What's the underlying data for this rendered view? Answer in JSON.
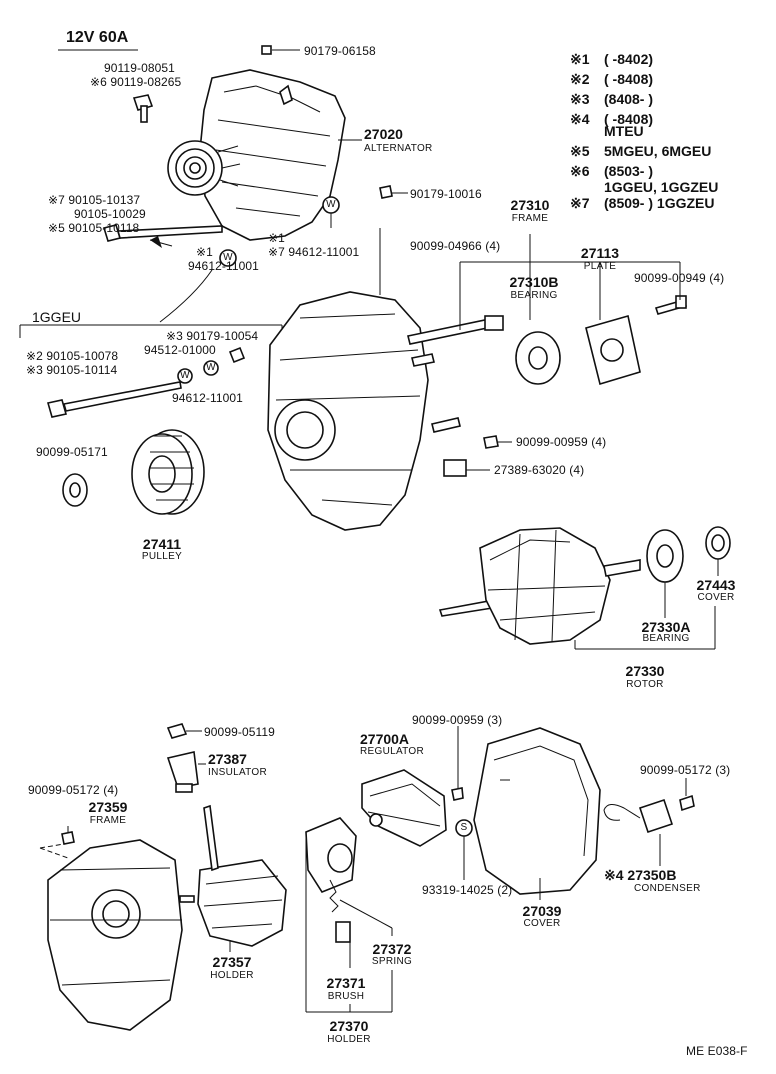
{
  "title": "12V 60A",
  "subgroup": "1GGEU",
  "footer": "ME  E038-F",
  "legend": [
    {
      "mark": "※1",
      "text": "(       -8402)"
    },
    {
      "mark": "※2",
      "text": "(       -8408)"
    },
    {
      "mark": "※3",
      "text": "(8408-       )"
    },
    {
      "mark": "※4",
      "text": "(       -8408)"
    },
    {
      "mark": "",
      "text": "MTEU"
    },
    {
      "mark": "※5",
      "text": "5MGEU, 6MGEU"
    },
    {
      "mark": "※6",
      "text": "(8503-       )"
    },
    {
      "mark": "",
      "text": "1GGEU, 1GGZEU"
    },
    {
      "mark": "※7",
      "text": "(8509-       ) 1GGZEU"
    }
  ],
  "labels": {
    "p90119_08051": "90119-08051",
    "p90119_08265": "※6 90119-08265",
    "p90179_06158": "90179-06158",
    "p27020": "27020",
    "n_alternator": "ALTERNATOR",
    "p90105_10137": "※7 90105-10137",
    "p90105_10029": "90105-10029",
    "p90105_10118": "※5 90105-10118",
    "p90179_10016": "90179-10016",
    "m1": "※1",
    "p94612_a": "94612-11001",
    "m1b": "※1",
    "p94612_b": "※7 94612-11001",
    "p90179_10054": "※3 90179-10054",
    "p94512_01000": "94512-01000",
    "p90105_10078": "※2 90105-10078",
    "p90105_10114": "※3 90105-10114",
    "p94612_c": "94612-11001",
    "p90099_05171": "90099-05171",
    "p27411": "27411",
    "n_pulley": "PULLEY",
    "p27310": "27310",
    "n_frame1": "FRAME",
    "p90099_04966": "90099-04966 (4)",
    "p27310b": "27310B",
    "n_bearing1": "BEARING",
    "p27113": "27113",
    "n_plate": "PLATE",
    "p90099_00949": "90099-00949 (4)",
    "p90099_00959a": "90099-00959 (4)",
    "p27389": "27389-63020 (4)",
    "p27443": "27443",
    "n_cover1": "COVER",
    "p27330a": "27330A",
    "n_bearing2": "BEARING",
    "p27330": "27330",
    "n_rotor": "ROTOR",
    "p90099_05119": "90099-05119",
    "p27387": "27387",
    "n_insulator": "INSULATOR",
    "p90099_05172a": "90099-05172 (4)",
    "p27359": "27359",
    "n_frame2": "FRAME",
    "p27357": "27357",
    "n_holder1": "HOLDER",
    "p90099_00959b": "90099-00959 (3)",
    "p27700a": "27700A",
    "n_regulator": "REGULATOR",
    "p93319": "93319-14025 (2)",
    "p27039": "27039",
    "n_cover2": "COVER",
    "p90099_05172b": "90099-05172 (3)",
    "p27350b": "※4 27350B",
    "n_condenser": "CONDENSER",
    "p27372": "27372",
    "n_spring": "SPRING",
    "p27371": "27371",
    "n_brush": "BRUSH",
    "p27370": "27370",
    "n_holder2": "HOLDER",
    "washer_w": "W",
    "washer_s": "S"
  }
}
